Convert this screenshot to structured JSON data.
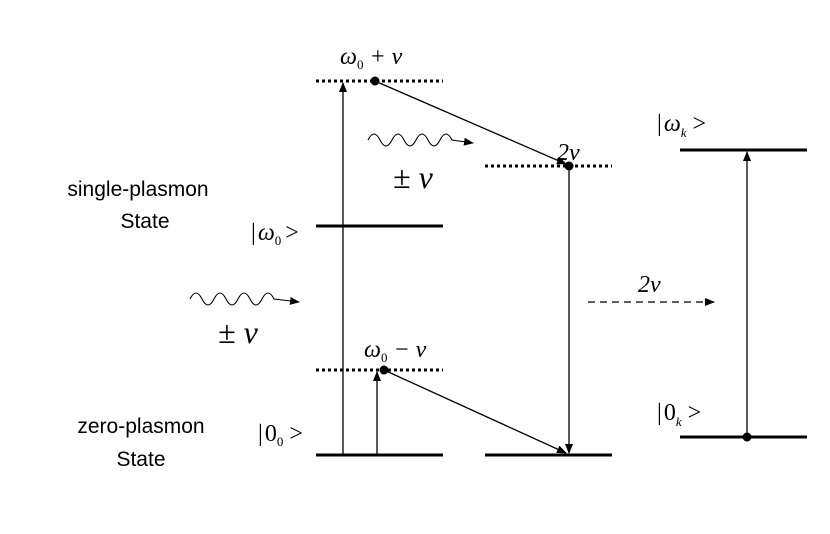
{
  "labels": {
    "single_plasmon": [
      "single-plasmon",
      "State"
    ],
    "zero_plasmon": [
      "zero-plasmon",
      "State"
    ],
    "ket_omega0": {
      "open": "|",
      "sym": "ω",
      "sub": "0",
      "close": ">"
    },
    "ket_zero0": {
      "open": "|",
      "sym": "0",
      "sub": "0",
      "close": ">"
    },
    "ket_omegak": {
      "open": "|",
      "sym": "ω",
      "sub": "k",
      "close": ">"
    },
    "ket_zerok": {
      "open": "|",
      "sym": "0",
      "sub": "k",
      "close": ">"
    },
    "omega0_plus_nu": {
      "sym": "ω",
      "sub": "0",
      "rest": " + ν"
    },
    "omega0_minus_nu": {
      "sym": "ω",
      "sub": "0",
      "rest": " − ν"
    },
    "two_nu_upper": "2ν",
    "two_nu_right": "2ν",
    "pm_nu_upper": "± ν",
    "pm_nu_left": "± ν"
  }
}
